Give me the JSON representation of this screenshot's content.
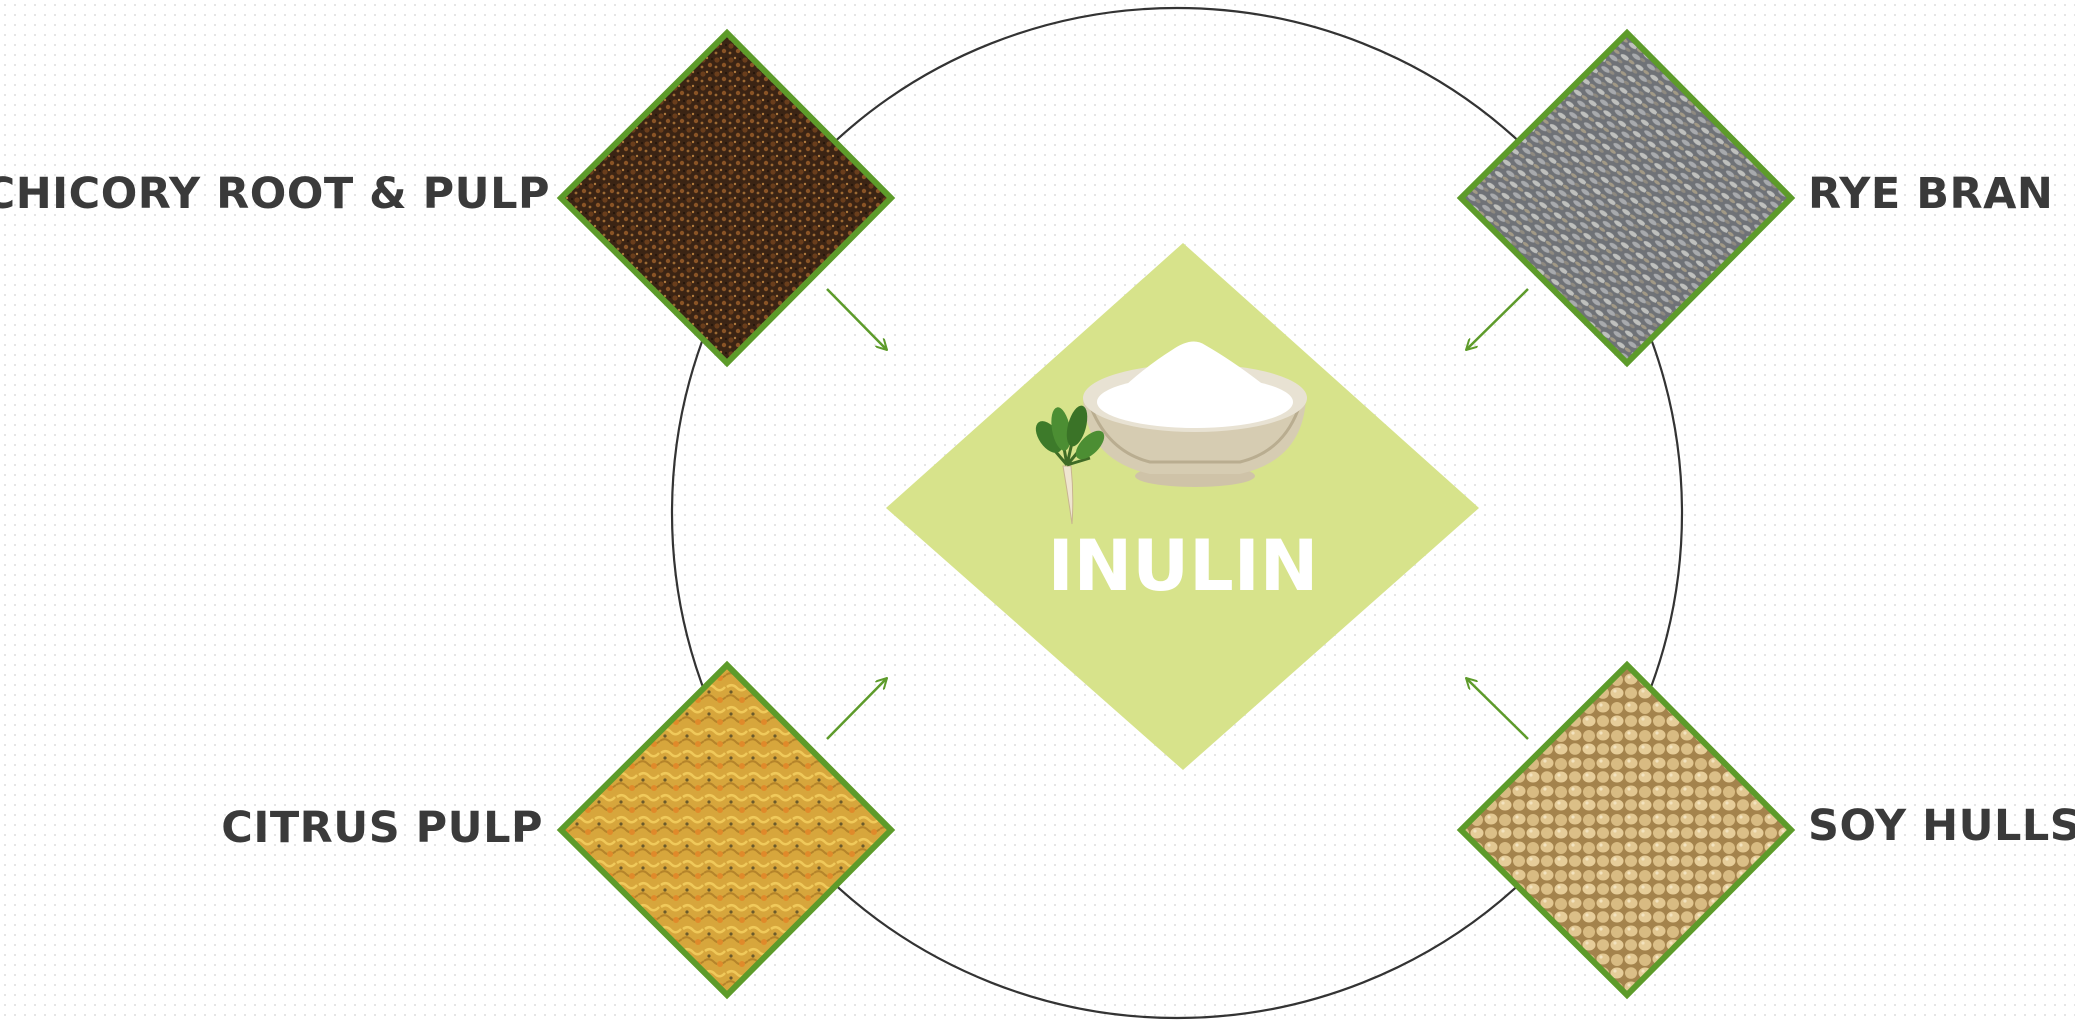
{
  "center": {
    "title": "INULIN",
    "icons": [
      "chicory-root-icon",
      "powder-bowl-icon"
    ]
  },
  "sources": [
    {
      "label": "CHICORY ROOT & PULP",
      "image": "chicory-root-pulp-image"
    },
    {
      "label": "RYE BRAN",
      "image": "rye-bran-image"
    },
    {
      "label": "CITRUS PULP",
      "image": "citrus-pulp-image"
    },
    {
      "label": "SOY HULLS",
      "image": "soy-hulls-image"
    }
  ],
  "colors": {
    "center_fill": "#d7e38b",
    "frame_border": "#5d9b2a",
    "arrow": "#5d9b2a",
    "ring": "#333333",
    "label_text": "#3a3a3a",
    "title_text": "#ffffff"
  }
}
